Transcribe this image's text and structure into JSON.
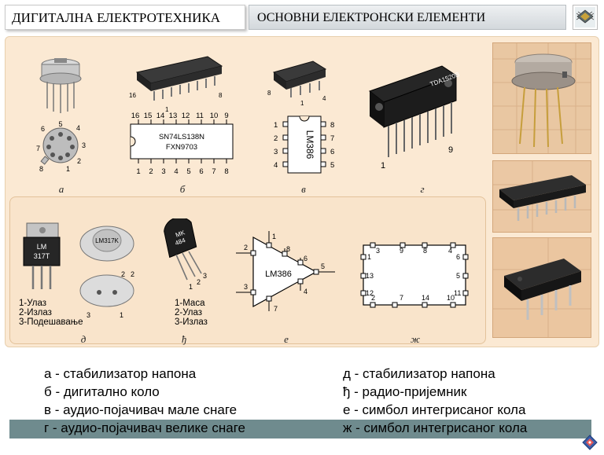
{
  "header": {
    "left_title": "ДИГИТАЛНА ЕЛЕКТРОТЕХНИКА",
    "right_title": "ОСНОВНИ ЕЛЕКТРОНСКИ ЕЛЕМЕНТИ"
  },
  "components": {
    "a": {
      "pins": [
        "5",
        "4",
        "3",
        "2",
        "1",
        "8",
        "7",
        "6"
      ]
    },
    "b": {
      "chip_text": "SN74LS138N",
      "chip_text2": "FXN9703",
      "top_pins": [
        "16",
        "15",
        "14",
        "13",
        "12",
        "11",
        "10",
        "9"
      ],
      "bottom_pins": [
        "1",
        "2",
        "3",
        "4",
        "5",
        "6",
        "7",
        "8"
      ],
      "pkg_pin_left": "16",
      "pkg_pin_bottom": "1",
      "pkg_pin_right": "8"
    },
    "v": {
      "chip_text": "LM386",
      "left_pins": [
        "1",
        "2",
        "3",
        "4"
      ],
      "right_pins": [
        "8",
        "7",
        "6",
        "5"
      ],
      "pkg_pin_8": "8",
      "pkg_pin_1": "1",
      "pkg_pin_4": "4"
    },
    "g": {
      "chip_text": "TDA1520B",
      "pin_first": "1",
      "pin_last": "9"
    },
    "d": {
      "chip_text1": "LM",
      "chip_text2": "317T",
      "can_text": "LM317K",
      "can_pin2": "2",
      "back_pin2": "2",
      "back_pin3": "3",
      "back_pin1": "1",
      "pin_legend": [
        "1-Улаз",
        "2-Излаз",
        "3-Подешавање"
      ]
    },
    "dj": {
      "chip_text1": "MK",
      "chip_text2": "484",
      "pins": [
        "1",
        "2",
        "3"
      ],
      "pin_legend": [
        "1-Маса",
        "2-Улаз",
        "3-Излаз"
      ]
    },
    "e": {
      "chip_text": "LM386",
      "pins": [
        "1",
        "2",
        "3",
        "8",
        "6",
        "5",
        "4",
        "7"
      ]
    },
    "zh": {
      "top_pins": [
        "3",
        "9",
        "8",
        "4"
      ],
      "left_pins": [
        "1",
        "13",
        "12"
      ],
      "right_pins": [
        "6",
        "5"
      ],
      "bottom_pins": [
        "2",
        "7",
        "14",
        "10",
        "11"
      ]
    }
  },
  "figure_labels": {
    "a": "а",
    "b": "б",
    "v": "в",
    "g": "г",
    "d": "д",
    "dj": "ђ",
    "e": "е",
    "zh": "ж"
  },
  "captions": {
    "left": [
      "а - стабилизатор напона",
      "б - дигитално коло",
      "в - аудио-појачивач мале снаге",
      "г  - аудио-појачивач велике снаге"
    ],
    "right": [
      "д - стабилизатор напона",
      "ђ - радио-пријемник",
      "е - симбол интегрисаног кола",
      "ж  - симбол интегрисаног кола"
    ]
  },
  "colors": {
    "panel": "#fbe9d3",
    "sub_panel": "#f9e4cb",
    "caption_bar": "#6f8b8e",
    "chip_body": "#222222",
    "metal_can": "#c9c9c9"
  },
  "icons": [
    "chip-icon",
    "navigation-icon"
  ]
}
